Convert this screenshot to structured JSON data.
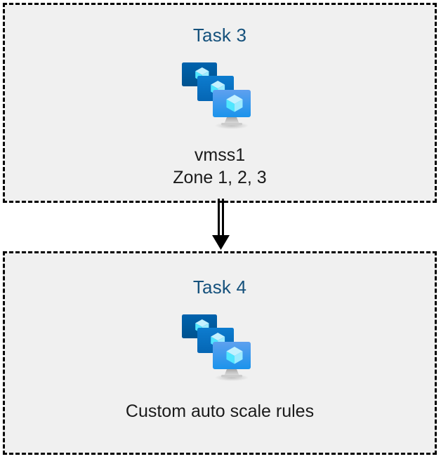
{
  "diagram": {
    "type": "flow",
    "background_color": "#ffffff",
    "box_fill_color": "#f0f0f0",
    "box_border_color": "#000000",
    "box_border_style": "dashed",
    "title_color": "#15517c",
    "caption_color": "#1a1a1a",
    "connector": {
      "name": "double-line-arrow",
      "direction": "down",
      "from": "task-3",
      "to": "task-4",
      "color": "#000000"
    }
  },
  "nodes": [
    {
      "id": "task-3",
      "title": "Task 3",
      "icon": "vm-scale-set-icon",
      "caption_line_1": "vmss1",
      "caption_line_2": "Zone 1, 2, 3"
    },
    {
      "id": "task-4",
      "title": "Task 4",
      "icon": "vm-scale-set-icon",
      "caption_line_1": "Custom auto scale rules",
      "caption_line_2": ""
    }
  ],
  "icon_colors": {
    "monitor_back": "#0062ad",
    "monitor_back_dark": "#00538f",
    "monitor_mid_top": "#0d7ccf",
    "monitor_mid_bottom": "#0566b4",
    "monitor_front_top": "#5ea0ef",
    "monitor_front_bottom": "#1b93eb",
    "cube_light": "#c3f1ff",
    "cube_mid": "#9cebff",
    "cube_dark": "#50e6ff",
    "stand": "#b3b3b3"
  }
}
